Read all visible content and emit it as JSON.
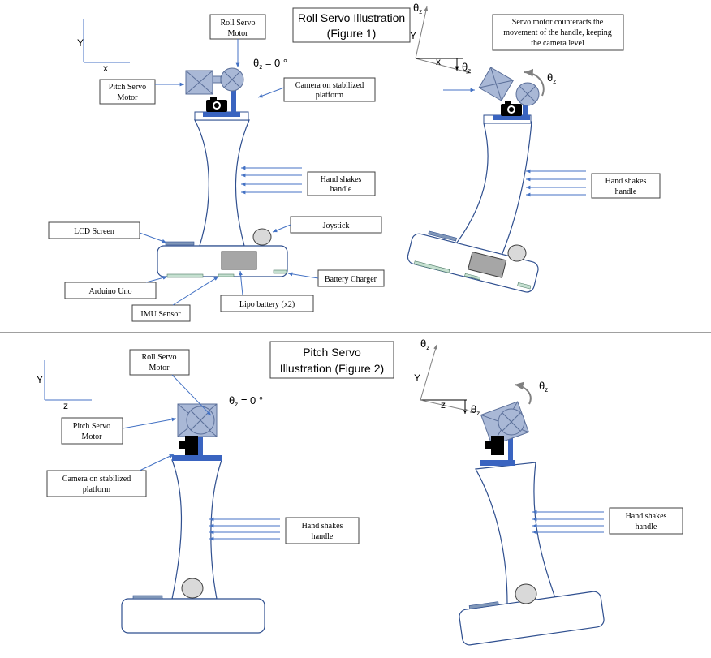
{
  "figure1": {
    "title_line1": "Roll Servo Illustration",
    "title_line2": "(Figure 1)",
    "left": {
      "axis_y": "Y",
      "axis_x": "x",
      "theta": "θ",
      "theta_sub": "z",
      "theta_value": " = 0 °",
      "labels": {
        "roll_servo_1": "Roll Servo",
        "roll_servo_2": "Motor",
        "pitch_servo_1": "Pitch Servo",
        "pitch_servo_2": "Motor",
        "camera_1": "Camera on stabilized",
        "camera_2": "platform",
        "hand_1": "Hand shakes",
        "hand_2": "handle",
        "lcd": "LCD Screen",
        "joystick": "Joystick",
        "arduino": "Arduino Uno",
        "battery_charger": "Battery Charger",
        "imu": "IMU Sensor",
        "lipo": "Lipo battery (x2)"
      }
    },
    "right": {
      "note_1": "Servo motor counteracts the",
      "note_2": "movement of the handle, keeping",
      "note_3": "the camera level",
      "axis_y": "Y",
      "axis_x": "x",
      "theta": "θ",
      "theta_sub": "z",
      "hand_1": "Hand shakes",
      "hand_2": "handle"
    }
  },
  "figure2": {
    "title_line1": "Pitch Servo",
    "title_line2": "Illustration (Figure 2)",
    "left": {
      "axis_y": "Y",
      "axis_z": "z",
      "theta": "θ",
      "theta_sub": "z",
      "theta_value": " = 0 °",
      "labels": {
        "roll_servo_1": "Roll Servo",
        "roll_servo_2": "Motor",
        "pitch_servo_1": "Pitch Servo",
        "pitch_servo_2": "Motor",
        "camera_1": "Camera on stabilized",
        "camera_2": "platform",
        "hand_1": "Hand shakes",
        "hand_2": "handle"
      }
    },
    "right": {
      "axis_y": "Y",
      "axis_z": "z",
      "theta": "θ",
      "theta_sub": "z",
      "hand_1": "Hand shakes",
      "hand_2": "handle"
    }
  },
  "colors": {
    "outline": "#2f4f8f",
    "arrow": "#4472c4",
    "servo_fill": "#a9b8d6",
    "servo_stroke": "#5b6f99",
    "mount": "#3a64c0",
    "screen": "#a6a6a6",
    "green": "#c5e0d0",
    "divider": "#404040"
  }
}
